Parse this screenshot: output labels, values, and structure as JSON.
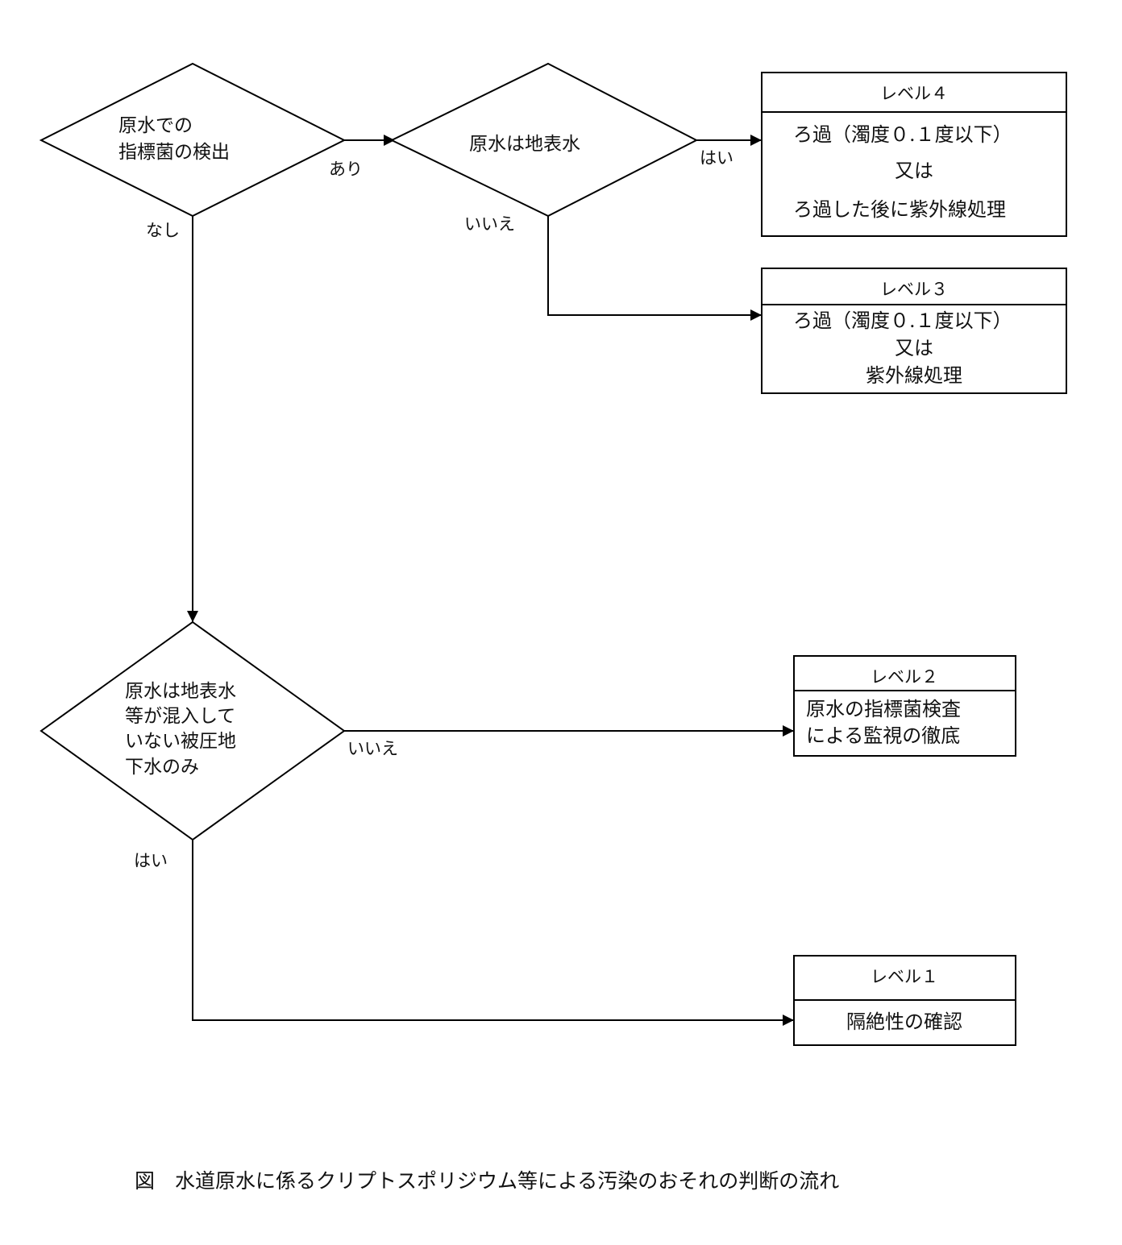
{
  "decisions": {
    "detect": {
      "lines": [
        "原水での",
        "指標菌の検出"
      ]
    },
    "surface": {
      "lines": [
        "原水は地表水"
      ]
    },
    "confined": {
      "lines": [
        "原水は地表水",
        "等が混入して",
        "いない被圧地",
        "下水のみ"
      ]
    }
  },
  "edge_labels": {
    "ari": "あり",
    "nashi": "なし",
    "hai_top": "はい",
    "iie_top": "いいえ",
    "iie_bottom": "いいえ",
    "hai_bottom": "はい"
  },
  "levels": {
    "level4": {
      "title": "レベル４",
      "lines": [
        "ろ過（濁度０.１度以下）",
        "又は",
        "ろ過した後に紫外線処理"
      ]
    },
    "level3": {
      "title": "レベル３",
      "lines": [
        "ろ過（濁度０.１度以下）",
        "又は",
        "紫外線処理"
      ]
    },
    "level2": {
      "title": "レベル２",
      "lines": [
        "原水の指標菌検査",
        "による監視の徹底"
      ]
    },
    "level1": {
      "title": "レベル１",
      "lines": [
        "隔絶性の確認"
      ]
    }
  },
  "caption": "図　水道原水に係るクリプトスポリジウム等による汚染のおそれの判断の流れ"
}
